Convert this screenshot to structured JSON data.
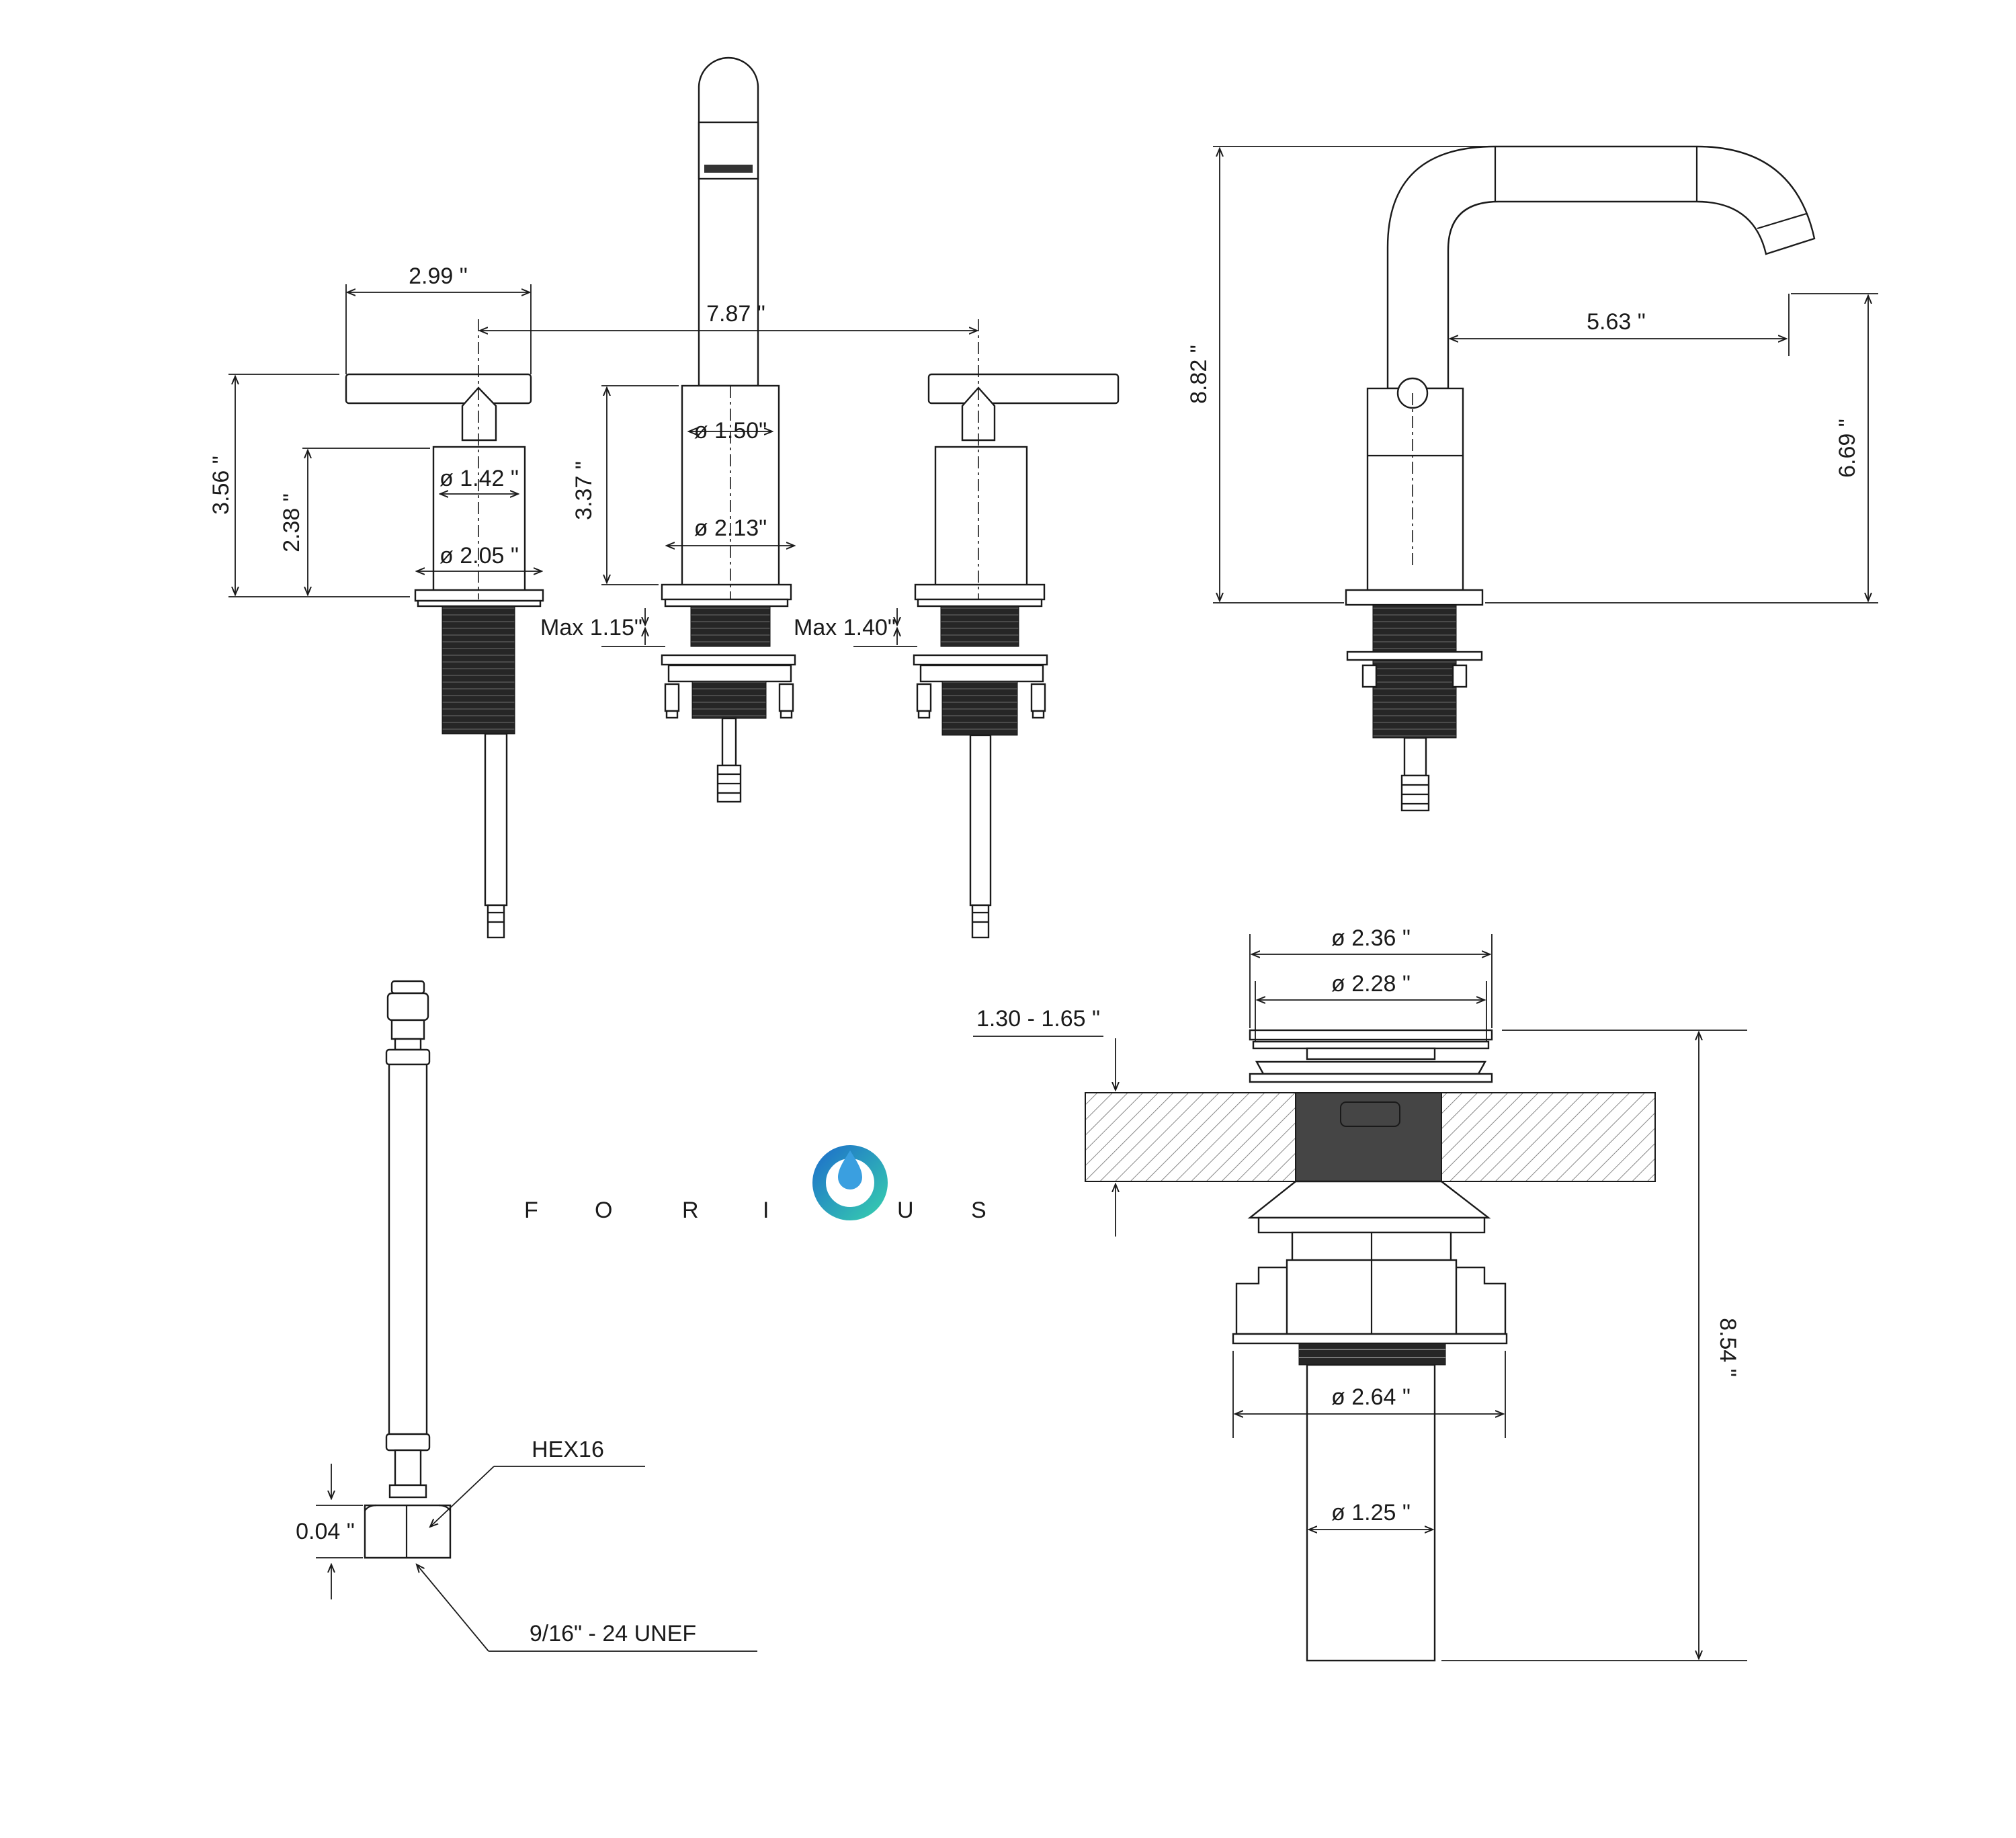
{
  "brand": {
    "logo_text": "FORIOUS",
    "letters": [
      "F",
      "O",
      "R",
      "I",
      "",
      "U",
      "S"
    ],
    "colors": {
      "text": "#1b3340",
      "drop": "#3a9fe0",
      "ring_start": "#1f74c9",
      "ring_end": "#35c9b0"
    }
  },
  "front_view": {
    "dims": {
      "handle_width": "2.99 \"",
      "center_spread": "7.87 \"",
      "handle_height": "3.56 \"",
      "escutcheon_height": "2.38 \"",
      "handle_diameter": "ø 1.42 \"",
      "handle_base_diameter": "ø 2.05 \"",
      "spout_height": "3.37 \"",
      "spout_diameter": "ø 1.50\"",
      "spout_base_diameter": "ø 2.13\"",
      "spout_max_deck": "Max 1.15\"",
      "handle_max_deck": "Max 1.40\""
    }
  },
  "side_view": {
    "dims": {
      "total_height": "8.82 \"",
      "spout_reach": "5.63 \"",
      "outlet_height": "6.69 \""
    }
  },
  "hose_view": {
    "dims": {
      "nut_label": "HEX16",
      "nut_height": "0.04 \"",
      "thread_spec": "9/16\" - 24 UNEF"
    }
  },
  "drain_view": {
    "dims": {
      "cap_outer_diameter": "ø 2.36 \"",
      "cap_inner_diameter": "ø 2.28 \"",
      "deck_thickness": "1.30 - 1.65 \"",
      "body_diameter": "ø 2.64 \"",
      "tail_diameter": "ø 1.25 \"",
      "total_length": "8.54 \""
    }
  }
}
